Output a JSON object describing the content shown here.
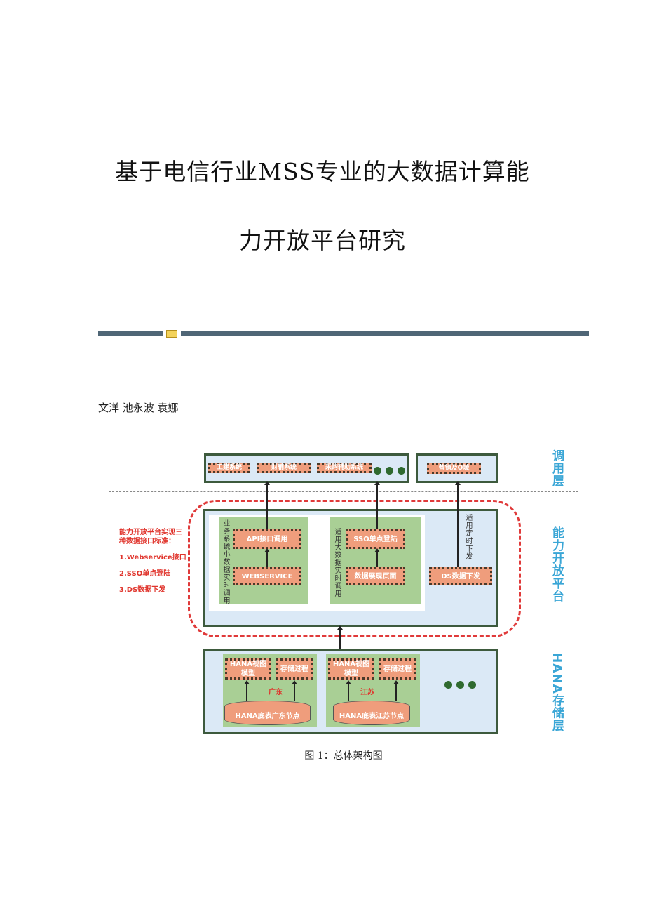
{
  "title": {
    "line1": "基于电信行业MSS专业的大数据计算能",
    "line2": "力开放平台研究"
  },
  "authors": "文洋  池永波  袁娜",
  "diagram": {
    "layers": {
      "call": "调用层",
      "platform": "能力开放平台",
      "storage": "HANA存储层"
    },
    "call_systems": [
      "工建系统",
      "财辅系统",
      "采购辅助系统"
    ],
    "call_other": "营销及O域",
    "left_note": {
      "heading": "能力开放平台实现三种数据接口标准：",
      "items": [
        "1.Webservice接口",
        "2.SSO单点登陆",
        "3.DS数据下发"
      ]
    },
    "group1": {
      "label": "业务系统小数据实时调用",
      "top": "API接口调用",
      "bottom": "WEBSERVICE"
    },
    "group2": {
      "label": "适用大数据实时调用",
      "top": "SSO单点登陆",
      "bottom": "数据展现页面"
    },
    "group3": {
      "label": "适用定时下发",
      "box": "DS数据下发"
    },
    "nodes": [
      {
        "region": "广东",
        "view": "HANA视图模型",
        "proc": "存储过程",
        "db": "HANA底表广东节点"
      },
      {
        "region": "江苏",
        "view": "HANA视图模型",
        "proc": "存储过程",
        "db": "HANA底表江苏节点"
      }
    ]
  },
  "caption": "图 1：总体架构图"
}
